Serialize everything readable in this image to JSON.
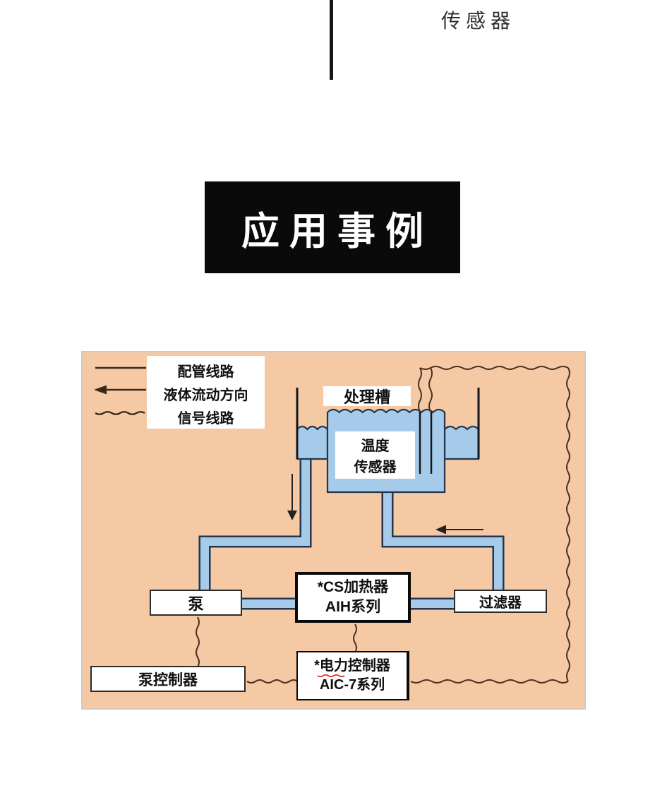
{
  "header": {
    "sensor_label": "传感器"
  },
  "title": {
    "text": "应用事例"
  },
  "legend": {
    "items": [
      {
        "icon": "pipe-line-icon",
        "label": "配管线路"
      },
      {
        "icon": "flow-arrow-icon",
        "label": "液体流动方向"
      },
      {
        "icon": "signal-wave-icon",
        "label": "信号线路"
      }
    ]
  },
  "diagram": {
    "tank_label": "处理槽",
    "temperature_sensor": {
      "line1": "温度",
      "line2": "传感器"
    },
    "pump_label": "泵",
    "heater": {
      "line1": "*CS加热器",
      "line2": "AIH系列"
    },
    "filter_label": "过滤器",
    "pump_controller_label": "泵控制器",
    "power_controller": {
      "line1": "*电力控制器",
      "line2": "AIC-7系列"
    },
    "colors": {
      "background": "#f4c9a4",
      "liquid_blue": "#a6cbea",
      "pipe_outline": "#22364e",
      "signal_brown": "#4a3222",
      "title_bg": "#0a0a0a",
      "title_text": "#ffffff",
      "squiggle_red": "#e0302a"
    }
  }
}
